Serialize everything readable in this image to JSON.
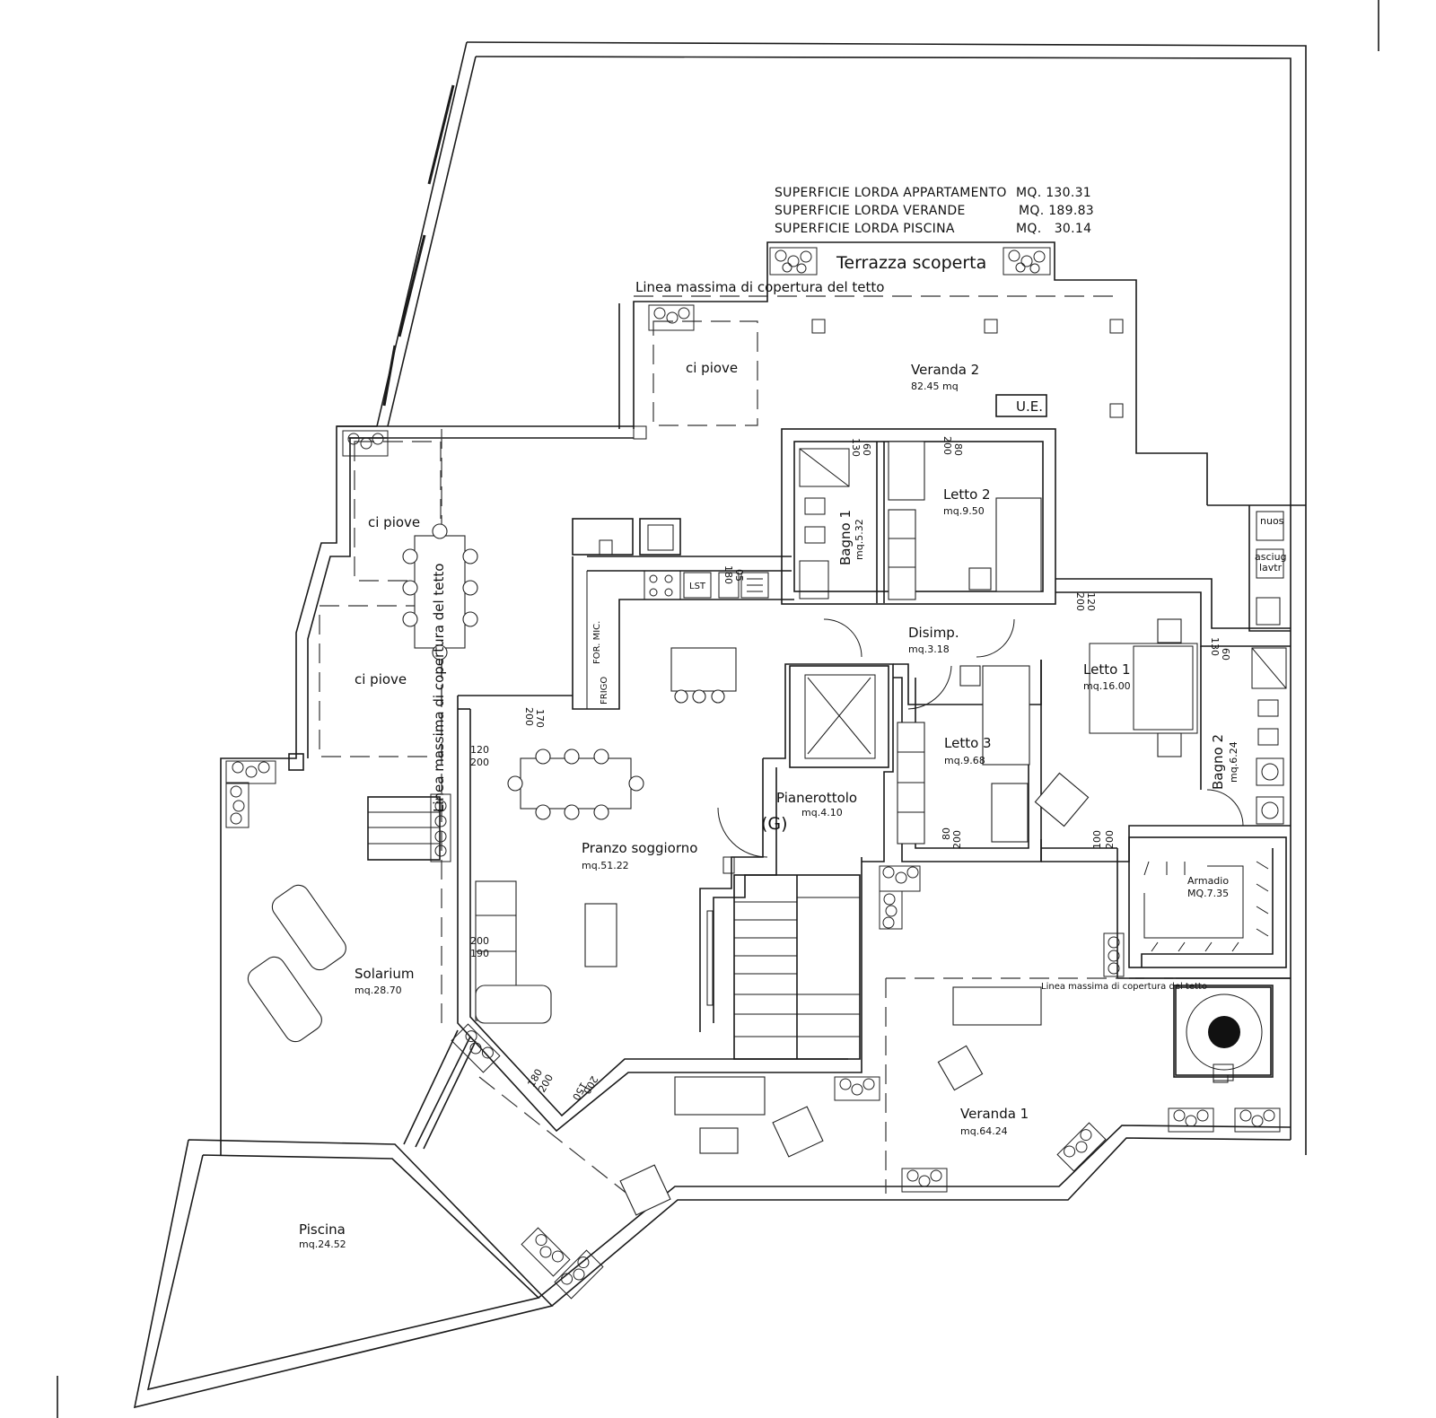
{
  "summary": {
    "appartamento_label": "SUPERFICIE LORDA APPARTAMENTO",
    "appartamento_value": "MQ. 130.31",
    "verande_label": "SUPERFICIE LORDA VERANDE",
    "verande_value": "MQ. 189.83",
    "piscina_label": "SUPERFICIE LORDA PISCINA",
    "piscina_value": "MQ.   30.14"
  },
  "labels": {
    "terrazza": "Terrazza scoperta",
    "linea_top": "Linea massima di copertura del tetto",
    "linea_vertical": "Linea massima di copertura del tetto",
    "linea_right": "Linea massima di copertura del tetto",
    "ci_piove": "ci piove",
    "ue": "U.E.",
    "gas": "(G)",
    "nuos": "nuos",
    "asciug": "asciug",
    "lavtr": "lavtr",
    "lst": "LST",
    "for_mic": "FOR. MIC.",
    "frigo": "FRIGO"
  },
  "rooms": {
    "veranda2": {
      "name": "Veranda 2",
      "area": "82.45 mq"
    },
    "letto2": {
      "name": "Letto 2",
      "area": "mq.9.50"
    },
    "bagno1": {
      "name": "Bagno 1",
      "area": "mq.5.32"
    },
    "disimp": {
      "name": "Disimp.",
      "area": "mq.3.18"
    },
    "letto1": {
      "name": "Letto 1",
      "area": "mq.16.00"
    },
    "letto3": {
      "name": "Letto 3",
      "area": "mq.9.68"
    },
    "bagno2": {
      "name": "Bagno 2",
      "area": "mq.6.24"
    },
    "pianerottolo": {
      "name": "Pianerottolo",
      "area": "mq.4.10"
    },
    "pranzo": {
      "name": "Pranzo soggiorno",
      "area": "mq.51.22"
    },
    "armadio": {
      "name": "Armadio",
      "area": "MQ.7.35"
    },
    "solarium": {
      "name": "Solarium",
      "area": "mq.28.70"
    },
    "veranda1": {
      "name": "Veranda 1",
      "area": "mq.64.24"
    },
    "piscina": {
      "name": "Piscina",
      "area": "mq.24.52"
    }
  },
  "dimensions": {
    "d60a": "60",
    "d130a": "130",
    "d200a": "200",
    "d80a": "80",
    "d180k": "180",
    "d05k": "05",
    "d120b": "120",
    "d200b": "200",
    "d130c": "130",
    "d60c": "60",
    "d170": "170",
    "d200c": "200",
    "d120d": "120",
    "d200d": "200",
    "d80e": "80",
    "d200e": "200",
    "d100f": "100",
    "d200f": "200",
    "d200g": "200",
    "d190g": "190",
    "d180h": "180",
    "d200h": "200",
    "d150i": "150",
    "d200i": "200"
  }
}
